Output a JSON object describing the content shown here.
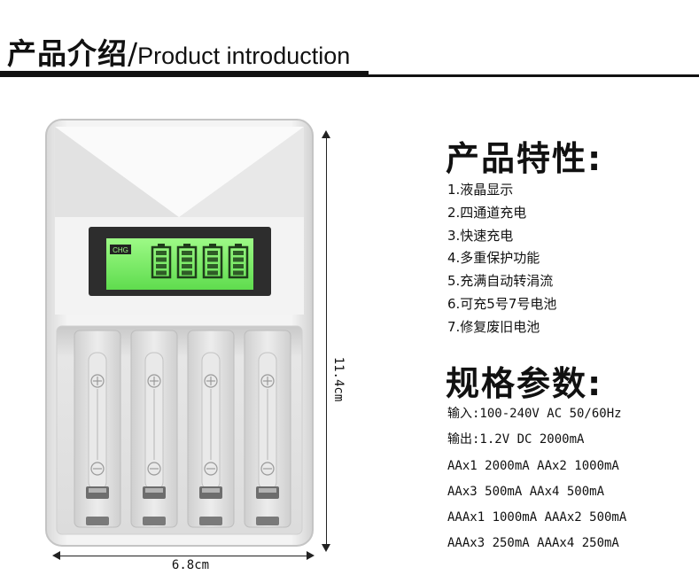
{
  "header": {
    "title_cn": "产品介绍",
    "separator": "/",
    "title_en": "Product introduction"
  },
  "charger": {
    "lcd_label": "CHG",
    "lcd_battery_count": 4,
    "slot_count": 4,
    "colors": {
      "body": "#f1f1f1",
      "lcd_green": "#7ded6a",
      "lcd_frame": "#2d2d2d"
    }
  },
  "dimensions": {
    "height": "11.4cm",
    "width": "6.8cm"
  },
  "features": {
    "title": "产品特性:",
    "items": [
      "1.液晶显示",
      "2.四通道充电",
      "3.快速充电",
      "4.多重保护功能",
      "5.充满自动转涓流",
      "6.可充5号7号电池",
      "7.修复废旧电池"
    ]
  },
  "specs": {
    "title": "规格参数:",
    "items": [
      "输入:100-240V AC 50/60Hz",
      "输出:1.2V DC 2000mA",
      "AAx1 2000mA AAx2 1000mA",
      "AAx3 500mA  AAx4 500mA",
      "AAAx1 1000mA AAAx2 500mA",
      "AAAx3 250mA  AAAx4 250mA"
    ]
  }
}
